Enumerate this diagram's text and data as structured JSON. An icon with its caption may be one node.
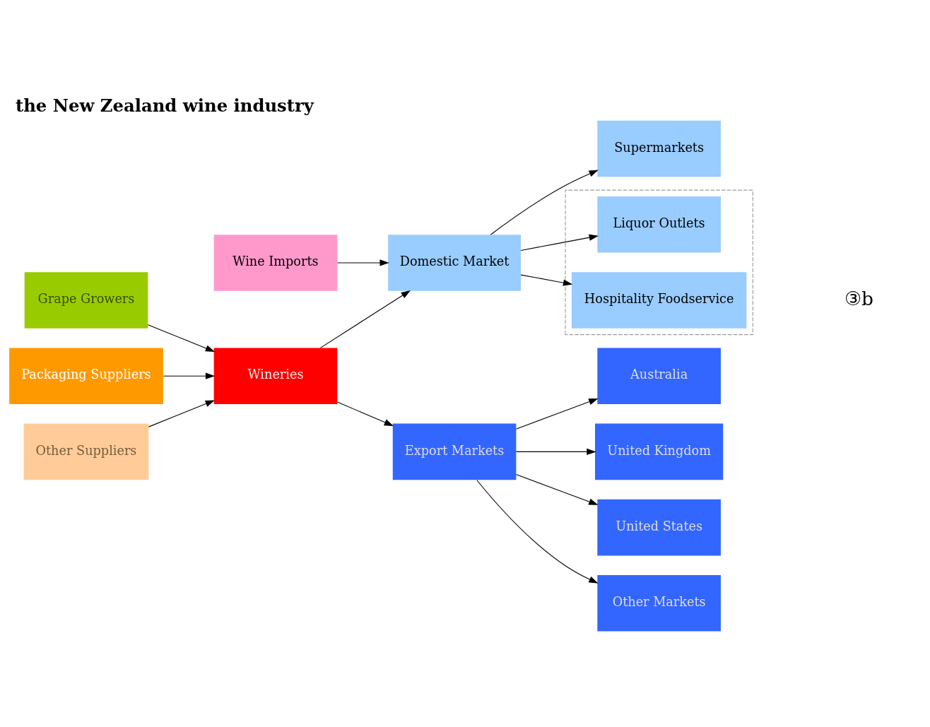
{
  "diagram": {
    "title": "the New Zealand wine industry",
    "nodes": [
      {
        "text": [
          "Grape Growers"
        ]
      },
      {
        "text": [
          "Packaging Suppliers"
        ]
      },
      {
        "text": [
          "Other Suppliers"
        ]
      },
      {
        "text": [
          "Wine Imports"
        ]
      },
      {
        "text": [
          "Wineries"
        ]
      },
      {
        "text": [
          "Domestic Market"
        ]
      },
      {
        "text": [
          "Export Markets"
        ]
      },
      {
        "text": [
          "Supermarkets"
        ]
      },
      {
        "text": [],
        "shape": "box"
      },
      {
        "text": [
          "Liquor Outlets"
        ],
        "in": 8
      },
      {
        "text": [
          "Hospitality Foodservice"
        ],
        "in": 8
      },
      {
        "text": [
          "Australia"
        ]
      },
      {
        "text": [
          "United Kingdom"
        ]
      },
      {
        "text": [
          "United States"
        ]
      },
      {
        "text": [
          "Other Markets"
        ]
      }
    ],
    "edges": [
      {
        "from": 0,
        "to": 4,
        "arrow": "to"
      },
      {
        "from": 1,
        "to": 4,
        "arrow": "to"
      },
      {
        "from": 2,
        "to": 4,
        "arrow": "to"
      },
      {
        "from": 3,
        "to": 5,
        "arrow": "to"
      },
      {
        "from": 4,
        "to": 5,
        "arrow": "to"
      },
      {
        "from": 4,
        "to": 6,
        "arrow": "to"
      },
      {
        "from": 5,
        "to": 7,
        "arrow": "to"
      },
      {
        "from": 5,
        "to": 9,
        "arrow": "to"
      },
      {
        "from": 5,
        "to": 10,
        "arrow": "to"
      },
      {
        "from": 6,
        "to": 11,
        "arrow": "to"
      },
      {
        "from": 6,
        "to": 12,
        "arrow": "to"
      },
      {
        "from": 6,
        "to": 13,
        "arrow": "to"
      },
      {
        "from": 6,
        "to": 14,
        "arrow": "to"
      }
    ],
    "labels": [
      "③b"
    ]
  }
}
